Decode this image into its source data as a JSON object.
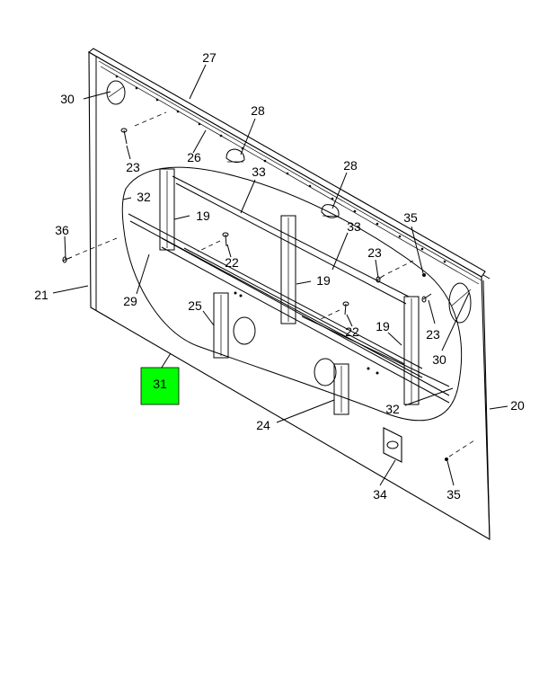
{
  "highlight_color": "#00ff00",
  "highlight_label": "31",
  "callouts": {
    "c27": "27",
    "c30a": "30",
    "c28a": "28",
    "c26": "26",
    "c28b": "28",
    "c23a": "23",
    "c33a": "33",
    "c32a": "32",
    "c19a": "19",
    "c35a": "35",
    "c36": "36",
    "c33b": "33",
    "c22a": "22",
    "c23b": "23",
    "c21": "21",
    "c29": "29",
    "c19b": "19",
    "c25": "25",
    "c22b": "22",
    "c19c": "19",
    "c23c": "23",
    "c30b": "30",
    "c20": "20",
    "c32b": "32",
    "c24": "24",
    "c34": "34",
    "c35b": "35"
  }
}
